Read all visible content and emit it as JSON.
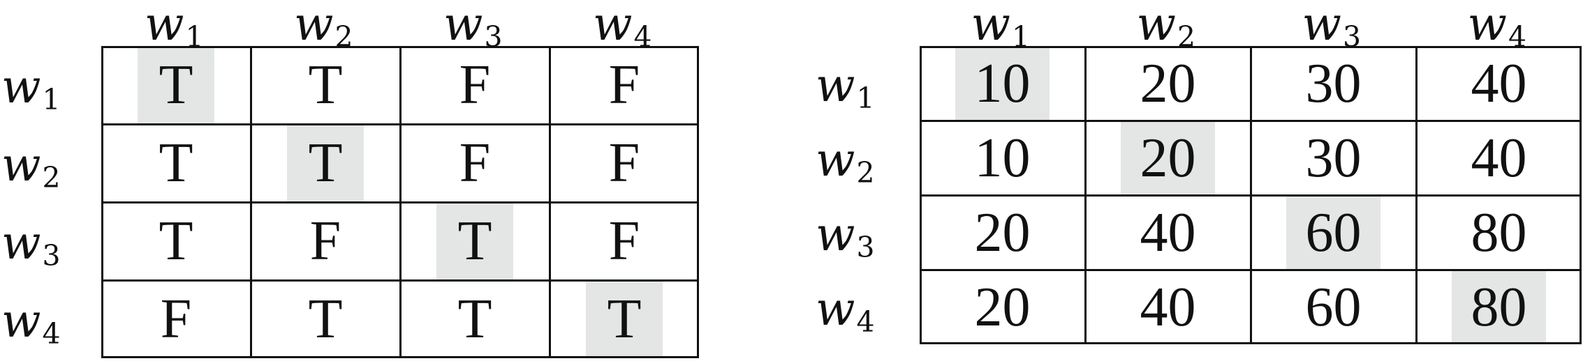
{
  "tables": [
    {
      "columns": [
        "w|1",
        "w|2",
        "w|3",
        "w|4"
      ],
      "rows": [
        "w|1",
        "w|2",
        "w|3",
        "w|4"
      ],
      "cells": [
        [
          "T",
          "T",
          "F",
          "F"
        ],
        [
          "T",
          "T",
          "F",
          "F"
        ],
        [
          "T",
          "F",
          "T",
          "F"
        ],
        [
          "F",
          "T",
          "T",
          "T"
        ]
      ],
      "highlighted_cells": [
        [
          0,
          0
        ],
        [
          1,
          1
        ],
        [
          2,
          2
        ],
        [
          3,
          3
        ]
      ]
    },
    {
      "columns": [
        "w|1",
        "w|2",
        "w|3",
        "w|4"
      ],
      "rows": [
        "w|1",
        "w|2",
        "w|3",
        "w|4"
      ],
      "cells": [
        [
          "10",
          "20",
          "30",
          "40"
        ],
        [
          "10",
          "20",
          "30",
          "40"
        ],
        [
          "20",
          "40",
          "60",
          "80"
        ],
        [
          "20",
          "40",
          "60",
          "80"
        ]
      ],
      "highlighted_cells": [
        [
          0,
          0
        ],
        [
          1,
          1
        ],
        [
          2,
          2
        ],
        [
          3,
          3
        ]
      ],
      "highlight_color": "#e3e6e5"
    }
  ]
}
